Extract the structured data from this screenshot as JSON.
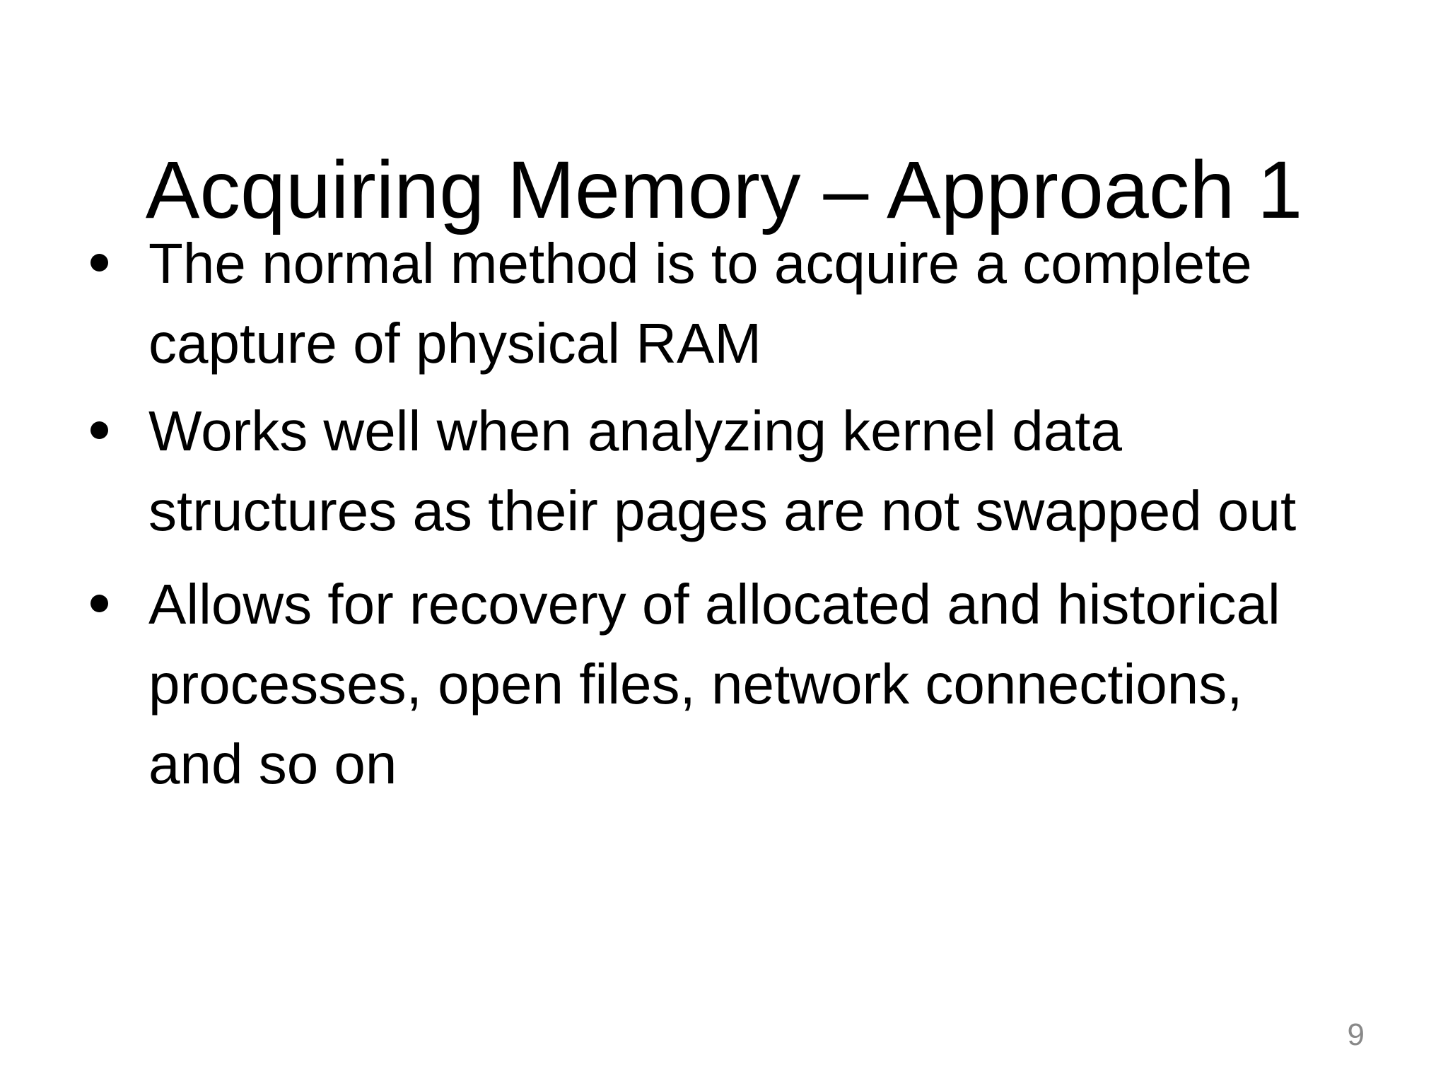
{
  "slide": {
    "title": "Acquiring Memory – Approach 1",
    "bullets": [
      {
        "lines": [
          "The normal method is to acquire a complete",
          "capture of physical RAM"
        ]
      },
      {
        "lines": [
          "Works well when analyzing kernel data",
          "structures as their pages are not swapped out"
        ]
      },
      {
        "lines": [
          "Allows for recovery of allocated and historical",
          "processes, open files, network connections,",
          "and so on"
        ]
      }
    ],
    "page_number": "9",
    "colors": {
      "background": "#ffffff",
      "text": "#000000",
      "page_number_gray": "#898989"
    }
  }
}
